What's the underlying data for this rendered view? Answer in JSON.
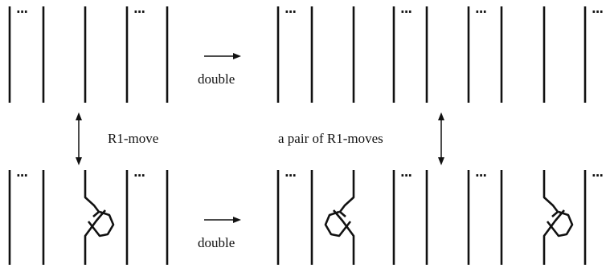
{
  "labels": {
    "double_top": "double",
    "double_bottom": "double",
    "r1_move": "R1-move",
    "pair_r1_moves": "a pair of R1-moves",
    "ellipsis": "···"
  },
  "colors": {
    "ink": "#111111",
    "background": "#ffffff"
  }
}
